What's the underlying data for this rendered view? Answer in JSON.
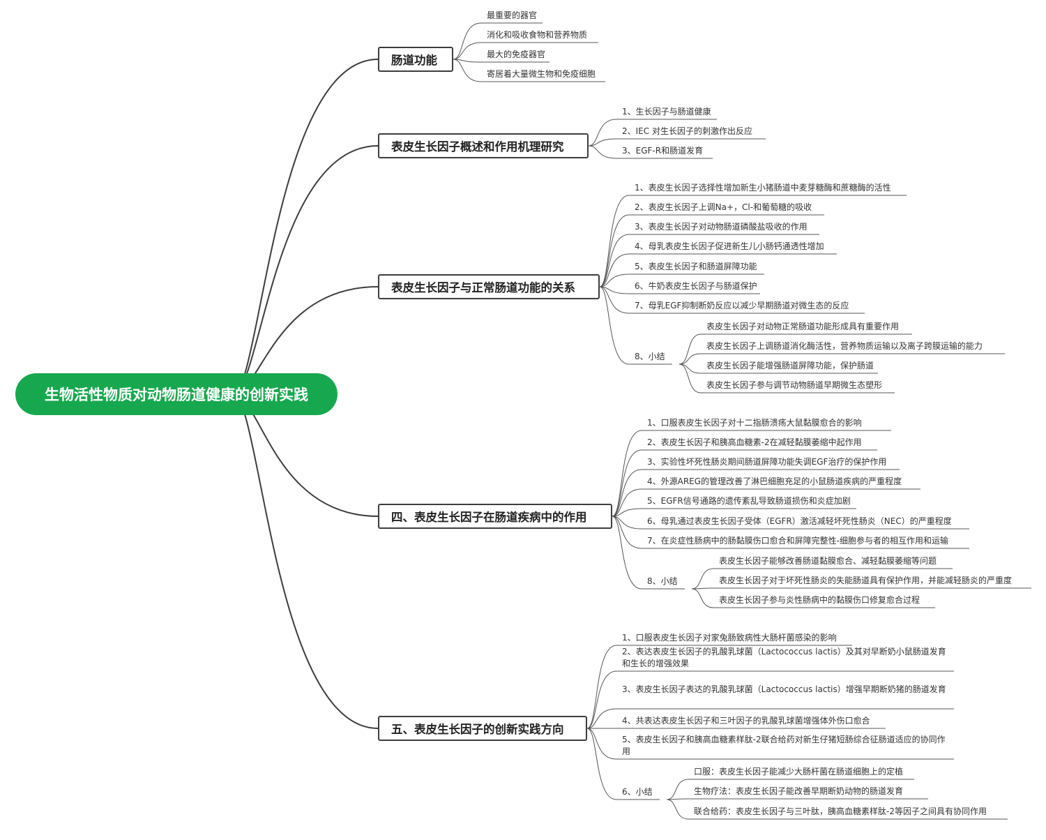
{
  "root": {
    "label": "生物活性物质对动物肠道健康的创新实践"
  },
  "branches": [
    {
      "label": "肠道功能",
      "items": [
        "最重要的器官",
        "消化和吸收食物和营养物质",
        "最大的免疫器官",
        "寄居着大量微生物和免疫细胞"
      ]
    },
    {
      "label": "表皮生长因子概述和作用机理研究",
      "items": [
        "1、生长因子与肠道健康",
        "2、IEC 对生长因子的刺激作出反应",
        "3、EGF-R和肠道发育"
      ]
    },
    {
      "label": "表皮生长因子与正常肠道功能的关系",
      "items": [
        "1、表皮生长因子选择性增加新生小猪肠道中麦芽糖酶和蔗糖酶的活性",
        "2、表皮生长因子上调Na+，Cl-和葡萄糖的吸收",
        "3、表皮生长因子对动物肠道磷酸盐吸收的作用",
        "4、母乳表皮生长因子促进新生儿小肠钙通透性增加",
        "5、表皮生长因子和肠道屏障功能",
        "6、牛奶表皮生长因子与肠道保护",
        "7、母乳EGF抑制断奶反应以减少早期肠道对微生态的反应"
      ],
      "summary": {
        "label": "8、小结",
        "items": [
          "表皮生长因子对动物正常肠道功能形成具有重要作用",
          "表皮生长因子上调肠道消化酶活性，营养物质运输以及离子跨膜运输的能力",
          "表皮生长因子能增强肠道屏障功能，保护肠道",
          "表皮生长因子参与调节动物肠道早期微生态塑形"
        ]
      }
    },
    {
      "label": "四、表皮生长因子在肠道疾病中的作用",
      "items": [
        "1、口服表皮生长因子对十二指肠溃疡大鼠黏膜愈合的影响",
        "2、表皮生长因子和胰高血糖素-2在减轻黏膜萎缩中起作用",
        "3、实验性坏死性肠炎期间肠道屏障功能失调EGF治疗的保护作用",
        "4、外源AREG的管理改善了淋巴细胞充足的小鼠肠道疾病的严重程度",
        "5、EGFR信号通路的遗传紊乱导致肠道损伤和炎症加剧",
        "6、母乳通过表皮生长因子受体（EGFR）激活减轻坏死性肠炎（NEC）的严重程度",
        "7、在炎症性肠病中的肠黏膜伤口愈合和屏障完整性-细胞参与者的相互作用和运输"
      ],
      "summary": {
        "label": "8、小结",
        "items": [
          "表皮生长因子能够改善肠道黏膜愈合、减轻黏膜萎缩等问题",
          "表皮生长因子对于坏死性肠炎的失能肠道具有保护作用，并能减轻肠炎的严重度",
          "表皮生长因子参与炎性肠病中的黏膜伤口修复愈合过程"
        ]
      }
    },
    {
      "label": "五、表皮生长因子的创新实践方向",
      "items": [
        "1、口服表皮生长因子对家兔肠致病性大肠杆菌感染的影响",
        "2、表达表皮生长因子的乳酸乳球菌（Lactococcus lactis）及其对早断奶小鼠肠道发育和生长的增强效果",
        "3、表皮生长因子表达的乳酸乳球菌（Lactococcus lactis）增强早期断奶猪的肠道发育",
        "4、共表达表皮生长因子和三叶因子的乳酸乳球菌增强体外伤口愈合",
        "5、表皮生长因子和胰高血糖素样肽-2联合给药对新生仔猪短肠综合征肠道适应的协同作用"
      ],
      "summary": {
        "label": "6、小结",
        "items": [
          "口服：表皮生长因子能减少大肠杆菌在肠道细胞上的定植",
          "生物疗法：表皮生长因子能改善早期断奶动物的肠道发育",
          "联合给药：表皮生长因子与三叶肽，胰高血糖素样肽-2等因子之间具有协同作用"
        ]
      }
    }
  ],
  "colors": {
    "root_fill": "#17a84f",
    "root_text": "#ffffff",
    "line": "#3d3d3d",
    "leaf_line": "#555555"
  }
}
